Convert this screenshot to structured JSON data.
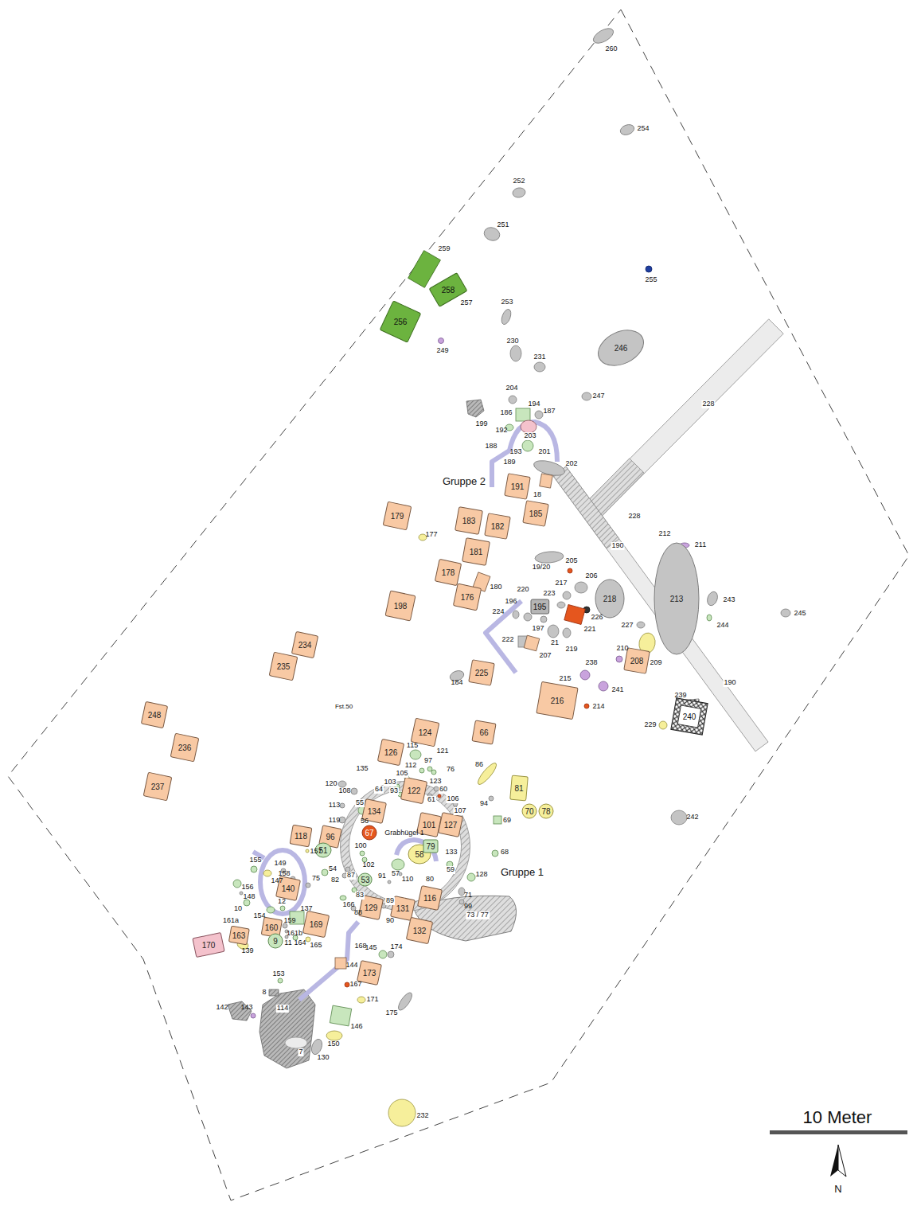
{
  "diagram": {
    "nodes": [
      {
        "text": [
          "258"
        ]
      },
      {
        "text": [
          "256"
        ]
      },
      {
        "text": [
          "246"
        ]
      },
      {
        "text": [
          "191"
        ]
      },
      {
        "text": [
          "185"
        ]
      },
      {
        "text": [
          "183"
        ]
      },
      {
        "text": [
          "182"
        ]
      },
      {
        "text": [
          "179"
        ]
      },
      {
        "text": [
          "181"
        ]
      },
      {
        "text": [
          "178"
        ]
      },
      {
        "text": [
          "176"
        ]
      },
      {
        "text": [
          "213"
        ]
      },
      {
        "text": [
          "218"
        ]
      },
      {
        "text": [
          "198"
        ]
      },
      {
        "text": [
          "195"
        ]
      },
      {
        "text": [
          "208"
        ]
      },
      {
        "text": [
          "225"
        ]
      },
      {
        "text": [
          "216"
        ]
      },
      {
        "text": [
          "240"
        ]
      },
      {
        "text": [
          "234"
        ]
      },
      {
        "text": [
          "235"
        ]
      },
      {
        "text": [
          "248"
        ]
      },
      {
        "text": [
          "124"
        ]
      },
      {
        "text": [
          "66"
        ]
      },
      {
        "text": [
          "126"
        ]
      },
      {
        "text": [
          "236"
        ]
      },
      {
        "text": [
          "122"
        ]
      },
      {
        "text": [
          "81"
        ]
      },
      {
        "text": [
          "237"
        ]
      },
      {
        "text": [
          "70"
        ]
      },
      {
        "text": [
          "78"
        ]
      },
      {
        "text": [
          "134"
        ]
      },
      {
        "text": [
          "101"
        ]
      },
      {
        "text": [
          "127"
        ]
      },
      {
        "text": [
          "67"
        ]
      },
      {
        "text": [
          "96"
        ]
      },
      {
        "text": [
          "118"
        ]
      },
      {
        "text": [
          "58"
        ]
      },
      {
        "text": [
          "79"
        ]
      },
      {
        "text": [
          "51"
        ]
      },
      {
        "text": [
          "53"
        ]
      },
      {
        "text": [
          "140"
        ]
      },
      {
        "text": [
          "116"
        ]
      },
      {
        "text": [
          "129"
        ]
      },
      {
        "text": [
          "131"
        ]
      },
      {
        "text": [
          "160"
        ]
      },
      {
        "text": [
          "169"
        ]
      },
      {
        "text": [
          "132"
        ]
      },
      {
        "text": [
          "163"
        ]
      },
      {
        "text": [
          "9"
        ]
      },
      {
        "text": [
          "170"
        ]
      },
      {
        "text": [
          "173"
        ]
      }
    ],
    "labels": [
      "260",
      "254",
      "252",
      "251",
      "259",
      "255",
      "257",
      "253",
      "249",
      "230",
      "231",
      "204",
      "247",
      "228",
      "194",
      "186",
      "187",
      "199",
      "192",
      "203",
      "188",
      "193",
      "201",
      "189",
      "202",
      "Gruppe 2",
      "18",
      "228",
      "212",
      "211",
      "177",
      "190",
      "19/20",
      "205",
      "206",
      "217",
      "180",
      "220",
      "223",
      "226",
      "196",
      "243",
      "224",
      "221",
      "227",
      "244",
      "245",
      "197",
      "222",
      "21",
      "219",
      "210",
      "207",
      "209",
      "238",
      "184",
      "190",
      "215",
      "241",
      "239",
      "214",
      "Fst.50",
      "229",
      "115",
      "121",
      "97",
      "112",
      "76",
      "135",
      "86",
      "105",
      "103",
      "123",
      "120",
      "64",
      "108",
      "60",
      "93",
      "106",
      "61",
      "94",
      "55",
      "113",
      "107",
      "119",
      "56",
      "242",
      "69",
      "Grabhügel 1",
      "100",
      "133",
      "68",
      "157",
      "155",
      "149",
      "102",
      "54",
      "59",
      "Gruppe 1",
      "57",
      "128",
      "91",
      "158",
      "75",
      "147",
      "82",
      "87",
      "110",
      "80",
      "156",
      "83",
      "71",
      "148",
      "12",
      "89",
      "166",
      "99",
      "10",
      "137",
      "88",
      "73 / 77",
      "154",
      "159",
      "90",
      "161a",
      "161b",
      "11",
      "164",
      "165",
      "168",
      "145",
      "174",
      "139",
      "144",
      "153",
      "167",
      "8",
      "171",
      "142",
      "143",
      "114",
      "175",
      "146",
      "150",
      "7",
      "130",
      "232",
      "10 Meter",
      "N"
    ]
  }
}
